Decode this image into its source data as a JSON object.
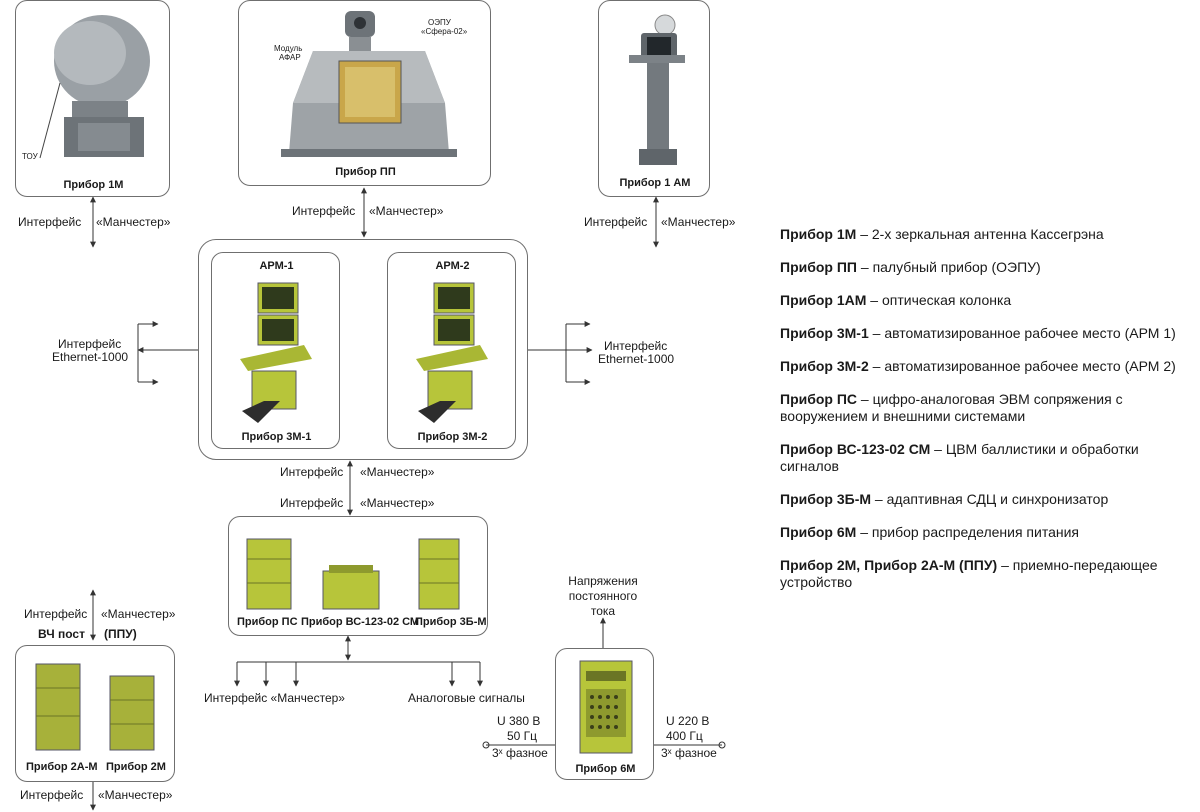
{
  "devices": {
    "pribor_1m": "Прибор 1М",
    "pribor_pp": "Прибор ПП",
    "pribor_1am": "Прибор 1 АМ",
    "arm1_title": "АРМ-1",
    "arm2_title": "АРМ-2",
    "pribor_3m1": "Прибор 3М-1",
    "pribor_3m2": "Прибор 3М-2",
    "pribor_ps": "Прибор ПС",
    "pribor_vs": "Прибор ВС-123-02 СМ",
    "pribor_3bm": "Прибор 3Б-М",
    "pribor_2am": "Прибор 2А-М",
    "pribor_2m": "Прибор 2М",
    "pribor_6m": "Прибор 6М"
  },
  "callouts": {
    "tou": "ТОУ",
    "module": "Модуль",
    "afar": "АФАР",
    "oepu": "ОЭПУ",
    "sfera": "«Сфера-02»"
  },
  "interfaces": {
    "interface": "Интерфейс",
    "manchester": "«Манчестер»",
    "interface_manchester": "Интерфейс «Манчестер»",
    "ethernet": "Ethernet-1000",
    "vch_post": "ВЧ пост",
    "ppu": "(ППУ)",
    "analog": "Аналоговые сигналы",
    "voltage_l1": "Напряжения",
    "voltage_l2": "постоянного",
    "voltage_l3": "тока",
    "u380": "U 380 В",
    "hz50": "50 Гц",
    "phase3": "3ˣ фазное",
    "u220": "U 220 В",
    "hz400": "400 Гц"
  },
  "legend": [
    {
      "term": "Прибор 1М",
      "desc": " – 2-х зеркальная антенна Кассегрэна"
    },
    {
      "term": "Прибор ПП",
      "desc": " – палубный прибор (ОЭПУ)"
    },
    {
      "term": "Прибор 1АМ",
      "desc": " – оптическая колонка"
    },
    {
      "term": "Прибор 3М-1",
      "desc": " – автоматизированное рабочее место (АРМ 1)"
    },
    {
      "term": "Прибор 3М-2",
      "desc": " – автоматизированное рабочее место (АРМ 2)"
    },
    {
      "term": "Прибор ПС",
      "desc": " – цифро-аналоговая ЭВМ сопряжения с вооружением и внешними системами"
    },
    {
      "term": "Прибор ВС-123-02 СМ",
      "desc": " – ЦВМ баллистики и обработки сигналов"
    },
    {
      "term": "Прибор 3Б-М",
      "desc": " – адаптивная СДЦ и синхронизатор"
    },
    {
      "term": "Прибор 6М",
      "desc": " – прибор распределения питания"
    },
    {
      "term": "Прибор 2М, Прибор 2А-М (ППУ)",
      "desc": " – приемно-передающее устройство"
    }
  ],
  "colors": {
    "equipment": "#b7c53a",
    "metal": "#8a8f93",
    "line": "#333333"
  }
}
